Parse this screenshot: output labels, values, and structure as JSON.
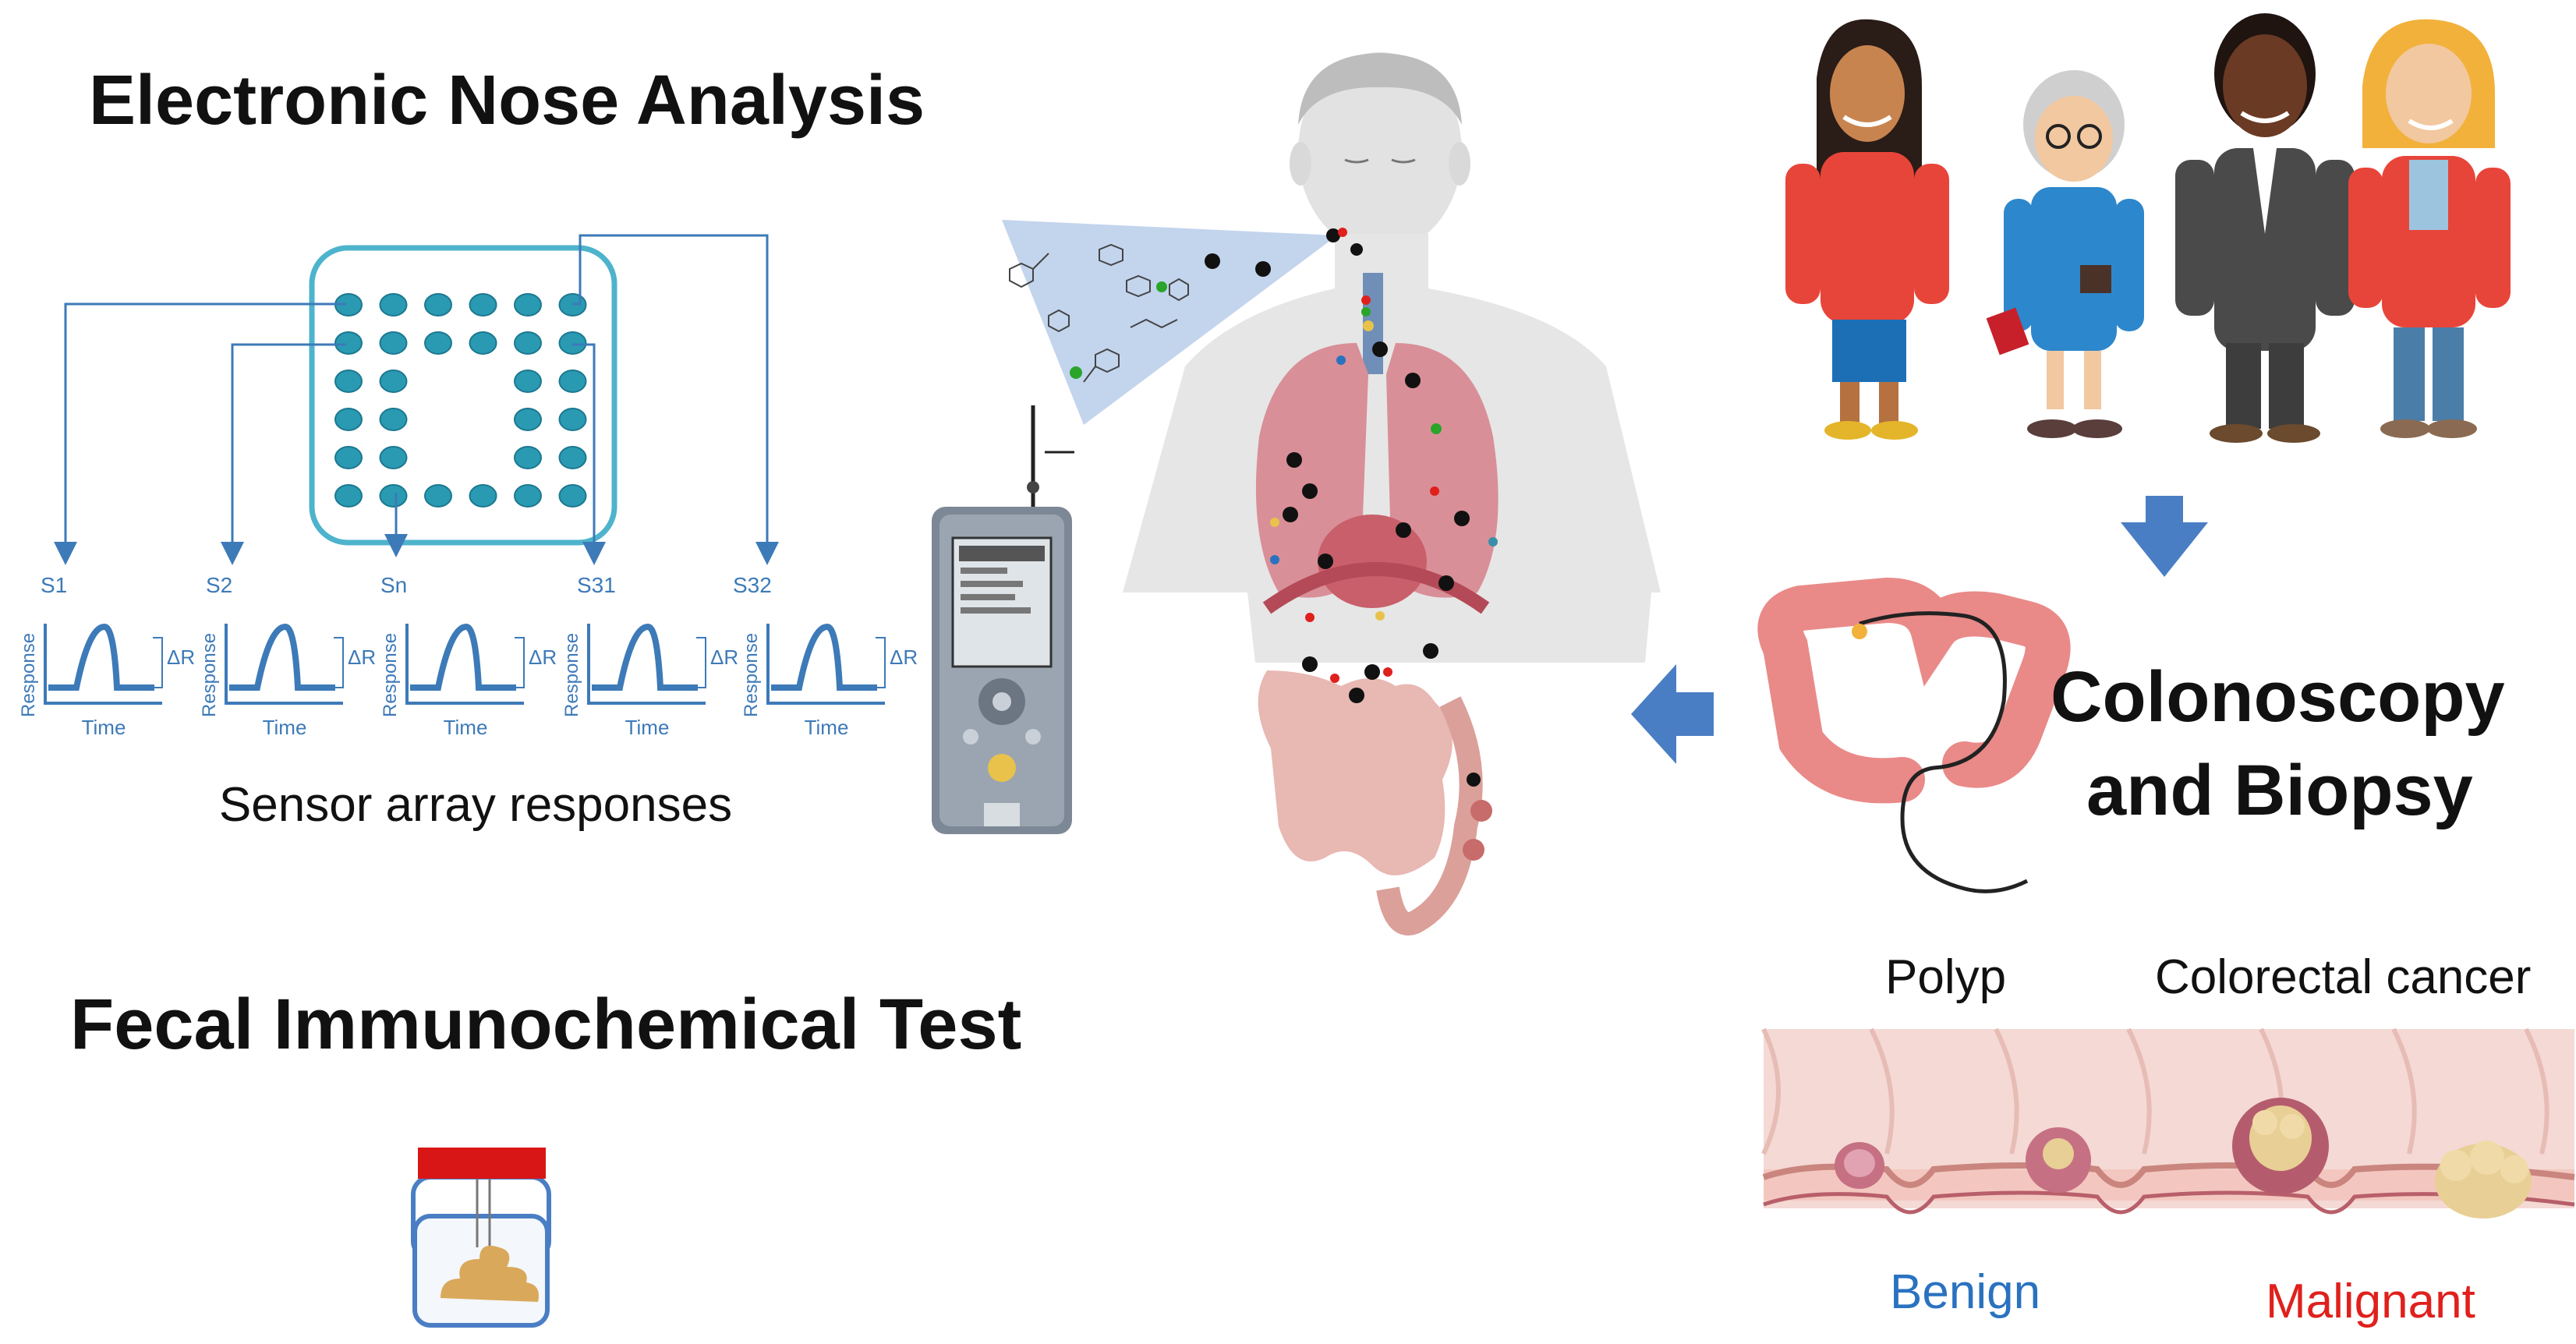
{
  "headings": {
    "enose": "Electronic Nose Analysis",
    "fit": "Fecal Immunochemical Test",
    "colonoscopy_line1": "Colonoscopy",
    "colonoscopy_line2": "and Biopsy"
  },
  "sensor_array": {
    "caption": "Sensor array responses",
    "sensors": [
      {
        "id": "S1"
      },
      {
        "id": "S2"
      },
      {
        "id": "Sn"
      },
      {
        "id": "S31"
      },
      {
        "id": "S32"
      }
    ],
    "axis_y": "Response",
    "axis_x": "Time",
    "delta": "ΔR"
  },
  "pathology": {
    "polyp": "Polyp",
    "cancer": "Colorectal cancer",
    "benign": "Benign",
    "malignant": "Malignant"
  },
  "colors": {
    "sensor_blue": "#3d7ab8",
    "chip_teal": "#4eb3cc",
    "arrow_blue": "#4a7ec4",
    "benign_blue": "#2a72c0",
    "malignant_red": "#e0201c",
    "jar_lid_red": "#d91616"
  }
}
